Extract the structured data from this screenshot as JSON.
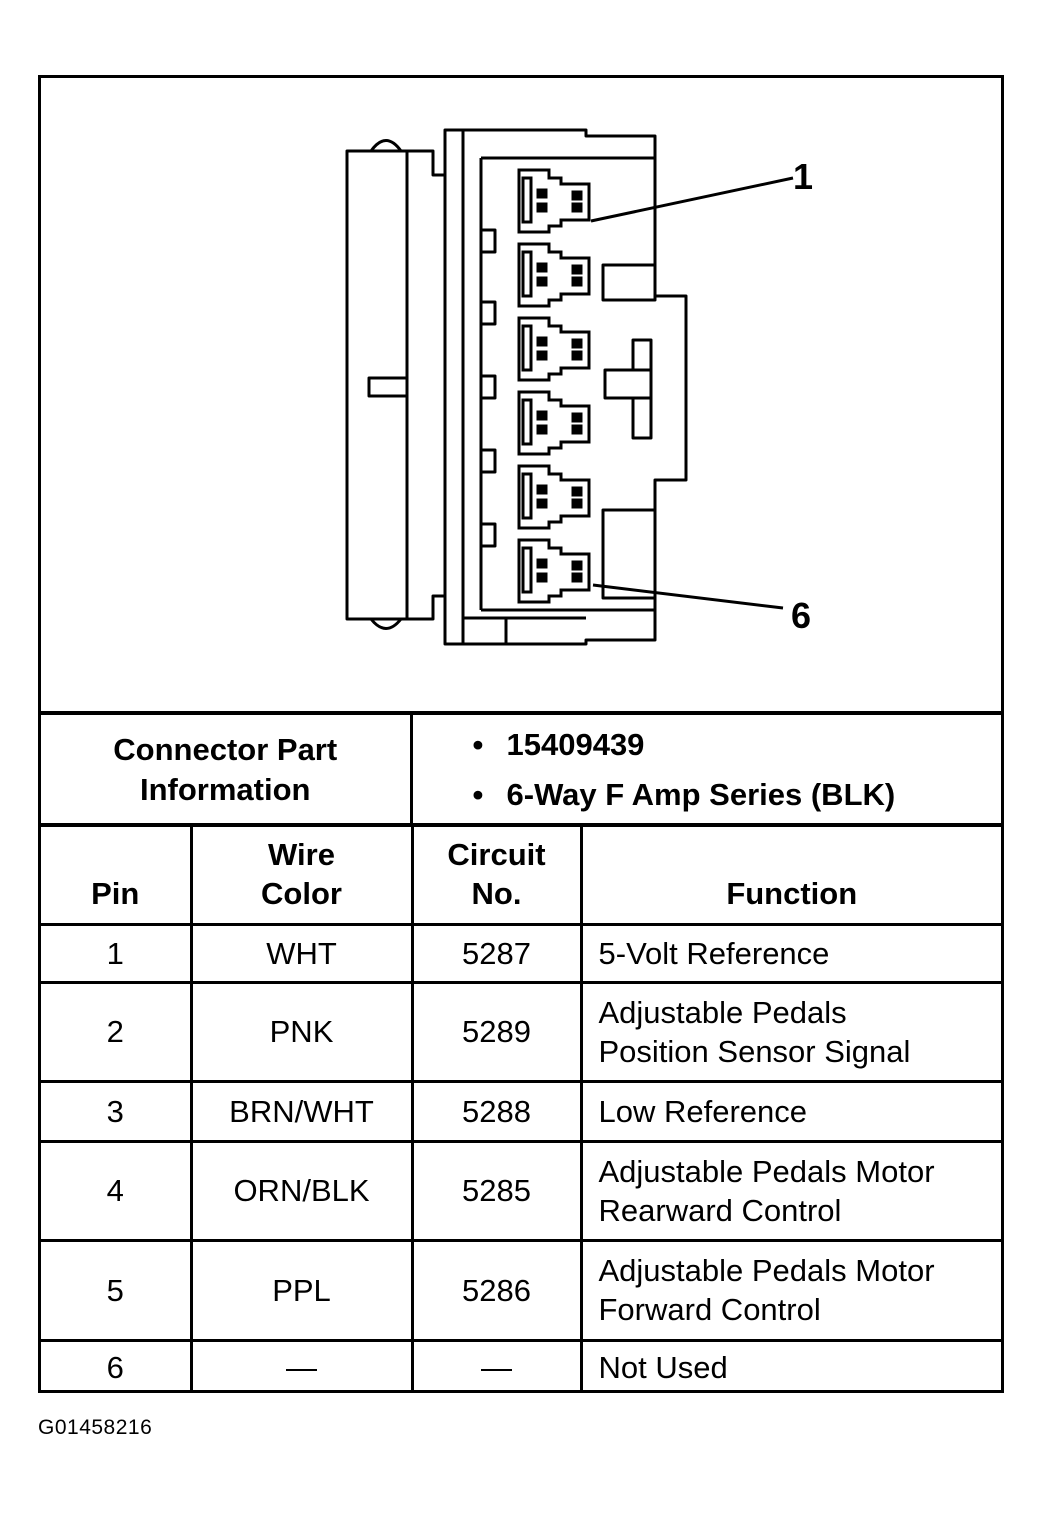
{
  "diagram": {
    "callouts": [
      {
        "label": "1",
        "pin": 1
      },
      {
        "label": "6",
        "pin": 6
      }
    ]
  },
  "connector_info": {
    "label_line1": "Connector Part",
    "label_line2": "Information",
    "part_number": "15409439",
    "description": "6-Way F Amp Series (BLK)",
    "bullet": "•"
  },
  "table": {
    "headers": {
      "pin": "Pin",
      "wire_color_line1": "Wire",
      "wire_color_line2": "Color",
      "circuit_line1": "Circuit",
      "circuit_line2": "No.",
      "function": "Function"
    },
    "rows": [
      {
        "pin": "1",
        "color": "WHT",
        "circuit": "5287",
        "function_line1": "5-Volt Reference",
        "function_line2": ""
      },
      {
        "pin": "2",
        "color": "PNK",
        "circuit": "5289",
        "function_line1": "Adjustable Pedals",
        "function_line2": "Position Sensor Signal"
      },
      {
        "pin": "3",
        "color": "BRN/WHT",
        "circuit": "5288",
        "function_line1": "Low Reference",
        "function_line2": ""
      },
      {
        "pin": "4",
        "color": "ORN/BLK",
        "circuit": "5285",
        "function_line1": "Adjustable Pedals Motor",
        "function_line2": "Rearward Control"
      },
      {
        "pin": "5",
        "color": "PPL",
        "circuit": "5286",
        "function_line1": "Adjustable Pedals Motor",
        "function_line2": "Forward Control"
      },
      {
        "pin": "6",
        "color": "—",
        "circuit": "—",
        "function_line1": "Not Used",
        "function_line2": ""
      }
    ]
  },
  "figure_code": "G01458216"
}
